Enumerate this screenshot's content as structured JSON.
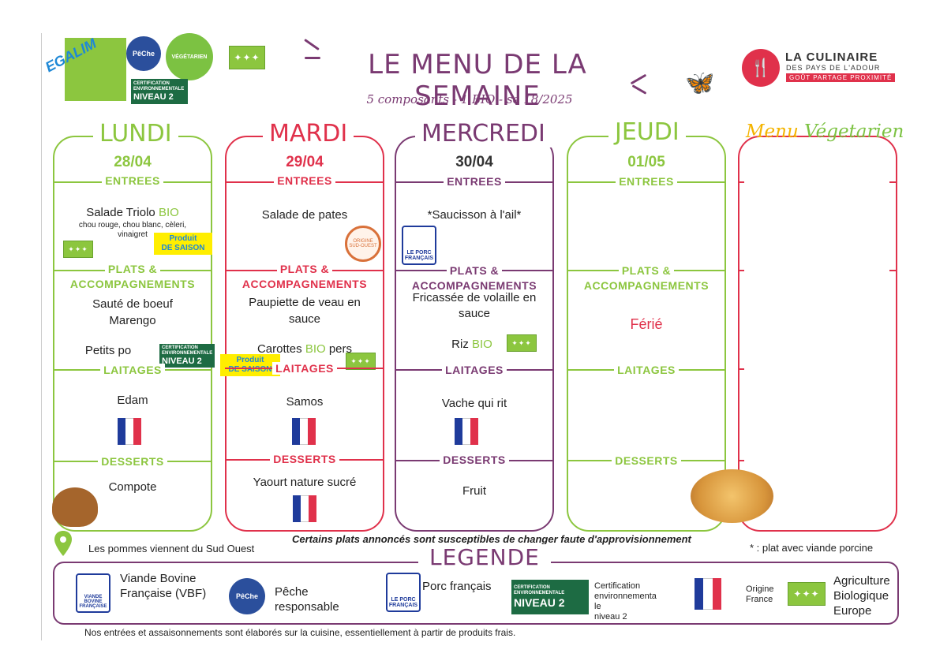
{
  "header": {
    "title": "LE MENU DE LA SEMAINE",
    "subtitle": "5 composants - 1 BIO - se 18/2025",
    "egalim": "EGALIM",
    "peche_logo": "PêChe",
    "vege_logo": "VÉGÉTARIEN",
    "cert_small": "CERTIFICATION ENVIRONNEMENTALE",
    "cert_big": "NIVEAU 2",
    "brand_name": "LA CULINAIRE",
    "brand_sub": "DES PAYS DE L'ADOUR",
    "brand_tagline": "GOÛT PARTAGE PROXIMITÉ"
  },
  "sections": {
    "entrees": "ENTREES",
    "plats_1": "PLATS &",
    "plats_2": "ACCOMPAGNEMENTS",
    "laitages": "LAITAGES",
    "desserts": "DESSERTS"
  },
  "days": {
    "lundi": {
      "name": "LUNDI",
      "date": "28/04",
      "entree": "Salade Triolo",
      "entree_bio": "BIO",
      "entree_detail": "chou rouge, chou blanc, cèleri, vinaigret",
      "plat_1": "Sauté  de boeuf",
      "plat_2": "Marengo",
      "accomp": "Petits po",
      "laitage": "Edam",
      "dessert": "Compote"
    },
    "mardi": {
      "name": "MARDI",
      "date": "29/04",
      "entree": "Salade de pates",
      "plat_1": "Paupiette de veau en",
      "plat_2": "sauce",
      "accomp": "Carottes",
      "accomp_bio": "BIO",
      "accomp_end": "pers",
      "laitage": "Samos",
      "dessert": "Yaourt nature sucré"
    },
    "mercredi": {
      "name": "MERCREDI",
      "date": "30/04",
      "entree": "*Saucisson à l'ail*",
      "plat_1": "Fricassée de volaille en",
      "plat_2": "sauce",
      "accomp": "Riz",
      "accomp_bio": "BIO",
      "laitage": "Vache qui rit",
      "dessert": "Fruit"
    },
    "jeudi": {
      "name": "JEUDI",
      "date": "01/05",
      "plat": "Férié"
    }
  },
  "vegetarian": {
    "menu": "Menu",
    "title": "Végetarien"
  },
  "badges": {
    "saison_1": "Produit",
    "saison_2": "DE SAISON",
    "porc": "LE PORC FRANÇAIS"
  },
  "footer": {
    "pommes": "Les pommes viennent du Sud Ouest",
    "warning": "Certains plats annoncés sont susceptibles de changer faute d'approvisionnement",
    "porcine": "* : plat avec viande porcine",
    "legend_title": "LEGENDE",
    "vbf_logo": "VIANDE BOVINE FRANÇAISE",
    "vbf_1": "Viande Bovine",
    "vbf_2": "Française (VBF)",
    "peche_1": "Pêche",
    "peche_2": "responsable",
    "porc": "Porc français",
    "cert_1": "Certification",
    "cert_2": "environnementa",
    "cert_3": "le",
    "cert_4": "niveau 2",
    "origine_1": "Origine",
    "origine_2": "France",
    "ab_1": "Agriculture",
    "ab_2": "Biologique",
    "ab_3": "Europe",
    "bottom": "Nos entrées et assaisonnements sont élaborés sur la cuisine, essentiellement  à partir de produits frais."
  },
  "colors": {
    "green": "#8cc63f",
    "red": "#e0314b",
    "purple": "#7a3a72",
    "yellow": "#ffee00"
  }
}
